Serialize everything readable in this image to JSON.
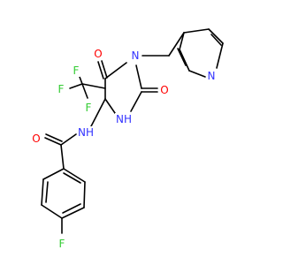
{
  "colors": {
    "bond": "#000000",
    "oxygen": "#ff0000",
    "nitrogen": "#3333ff",
    "fluorine": "#33cc33",
    "carbon": "#000000"
  },
  "labels": {
    "o_top": "O",
    "n_ring_top": "N",
    "o_right": "O",
    "n_pyridine": "N",
    "f_cf3_top": "F",
    "f_cf3_left": "F",
    "f_cf3_mid": "F",
    "nh_ring": "NH",
    "nh_amide": "NH",
    "o_amide": "O",
    "f_para": "F"
  }
}
